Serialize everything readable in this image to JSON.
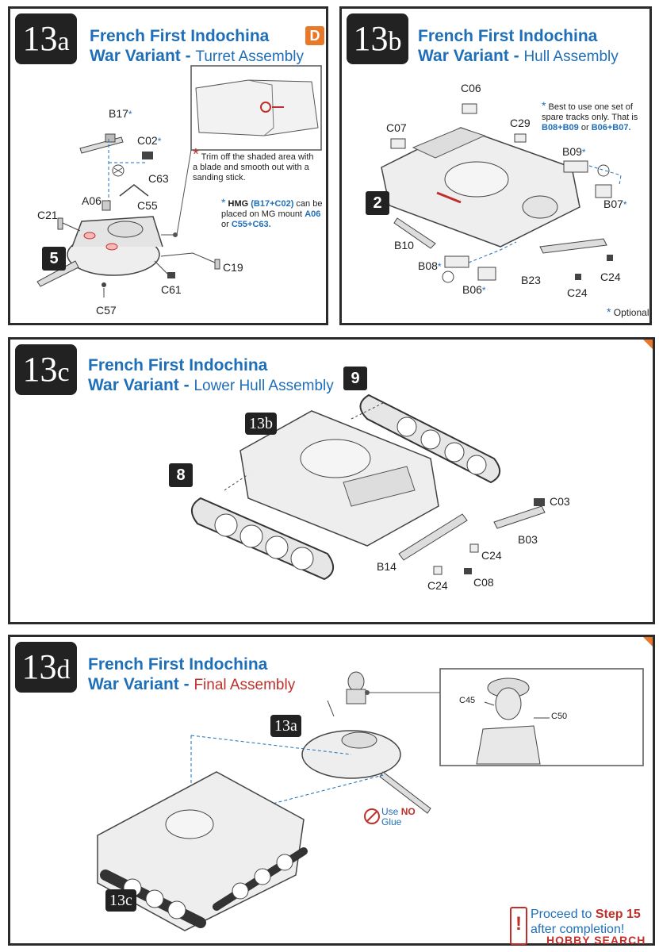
{
  "panel13a": {
    "step_num": "13",
    "step_letter": "a",
    "title_line1": "French First Indochina",
    "title_line2_bold": "War Variant -",
    "title_line2_sub": "Turret Assembly",
    "badge": "D",
    "subassembly": "5",
    "parts": [
      "B17",
      "C02",
      "C63",
      "A06",
      "C55",
      "C21",
      "C19",
      "C61",
      "C57"
    ],
    "note_trim": "Trim off the shaded area with a blade and smooth out with a sanding stick.",
    "note_hmg_a": "HMG",
    "note_hmg_b": "(B17+C02)",
    "note_hmg_c": "can be placed on MG mount",
    "note_hmg_d": "A06",
    "note_hmg_e": "or",
    "note_hmg_f": "C55+C63."
  },
  "panel13b": {
    "step_num": "13",
    "step_letter": "b",
    "title_line1": "French First Indochina",
    "title_line2_bold": "War Variant -",
    "title_line2_sub": "Hull Assembly",
    "subassembly": "2",
    "parts": [
      "C06",
      "C07",
      "C29",
      "B09",
      "B07",
      "B10",
      "B08",
      "B06",
      "B23",
      "C24",
      "C24"
    ],
    "note_a": "Best to use one set of spare tracks only.  That is",
    "note_b": "B08+B09",
    "note_c": "or",
    "note_d": "B06+B07.",
    "optional": "Optional"
  },
  "panel13c": {
    "step_num": "13",
    "step_letter": "c",
    "title_line1": "French First Indochina",
    "title_line2_bold": "War Variant -",
    "title_line2_sub": "Lower Hull Assembly",
    "sub_left": "8",
    "sub_right": "9",
    "ref": "13b",
    "parts": [
      "C03",
      "B03",
      "C24",
      "B14",
      "C24",
      "C08"
    ]
  },
  "panel13d": {
    "step_num": "13",
    "step_letter": "d",
    "title_line1": "French First Indochina",
    "title_line2_bold": "War Variant -",
    "title_line2_sub": "Final Assembly",
    "ref_a": "13a",
    "ref_c": "13c",
    "parts": [
      "C45",
      "C50"
    ],
    "use_no": "Use",
    "no": "NO",
    "glue": "Glue",
    "proceed_a": "Proceed to",
    "proceed_b": "Step 15",
    "proceed_c": "after completion!",
    "watermark": "HOBBY SEARCH"
  },
  "colors": {
    "accent_blue": "#1f6fb8",
    "accent_red": "#c0302b",
    "badge_orange": "#e8782a"
  }
}
